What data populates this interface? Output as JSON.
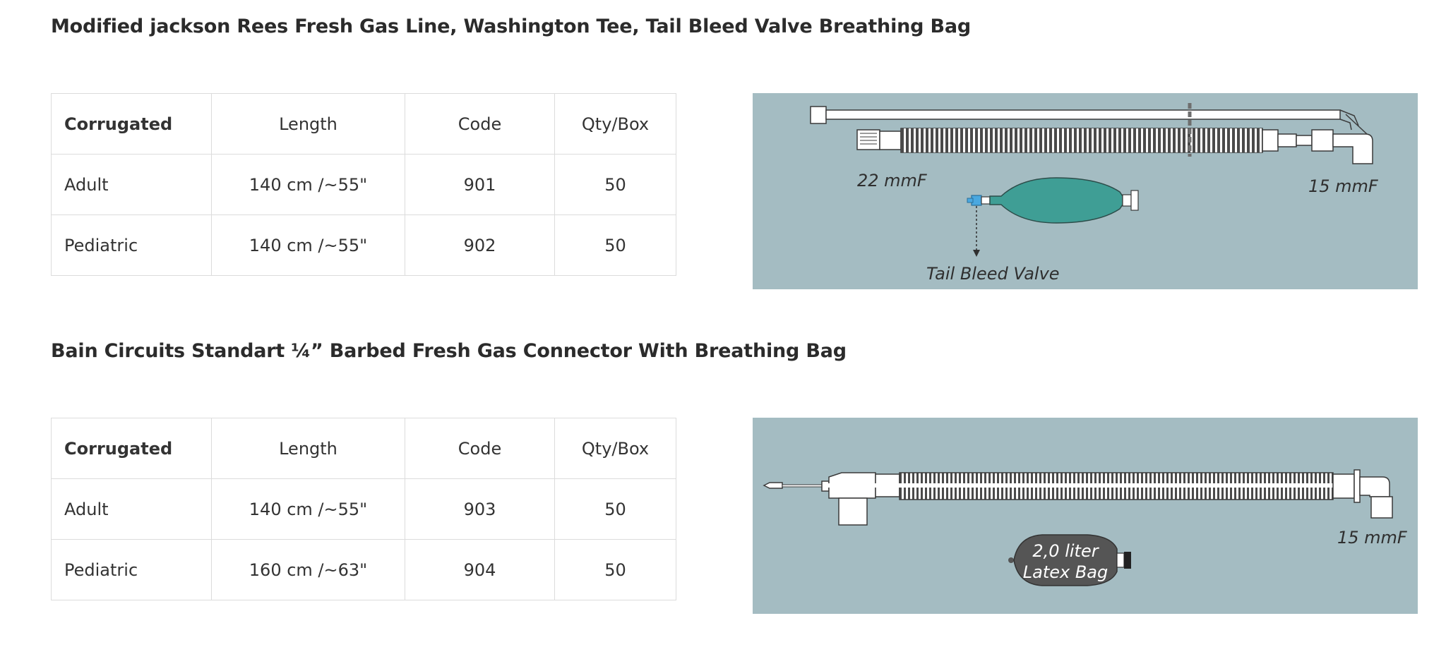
{
  "sections": [
    {
      "title": "Modified jackson Rees Fresh Gas Line, Washington Tee, Tail Bleed Valve Breathing Bag",
      "table": {
        "headers": [
          "Corrugated",
          "Length",
          "Code",
          "Qty/Box"
        ],
        "rows": [
          [
            "Adult",
            "140 cm /~55\"",
            "901",
            "50"
          ],
          [
            "Pediatric",
            "140 cm /~55\"",
            "902",
            "50"
          ]
        ]
      },
      "figure": {
        "labels": {
          "left_connector": "22 mmF",
          "right_connector": "15 mmF",
          "valve": "Tail Bleed Valve"
        },
        "colors": {
          "background": "#a4bcc2",
          "bag": "#3f9e95",
          "valve": "#4aa8e0"
        }
      }
    },
    {
      "title": "Bain Circuits Standart ¼” Barbed Fresh Gas Connector With Breathing Bag",
      "table": {
        "headers": [
          "Corrugated",
          "Length",
          "Code",
          "Qty/Box"
        ],
        "rows": [
          [
            "Adult",
            "140 cm /~55\"",
            "903",
            "50"
          ],
          [
            "Pediatric",
            "160 cm /~63\"",
            "904",
            "50"
          ]
        ]
      },
      "figure": {
        "labels": {
          "right_connector": "15 mmF",
          "bag_line1": "2,0 liter",
          "bag_line2": "Latex Bag"
        },
        "colors": {
          "background": "#a4bcc2",
          "bag": "#555555"
        }
      }
    }
  ]
}
